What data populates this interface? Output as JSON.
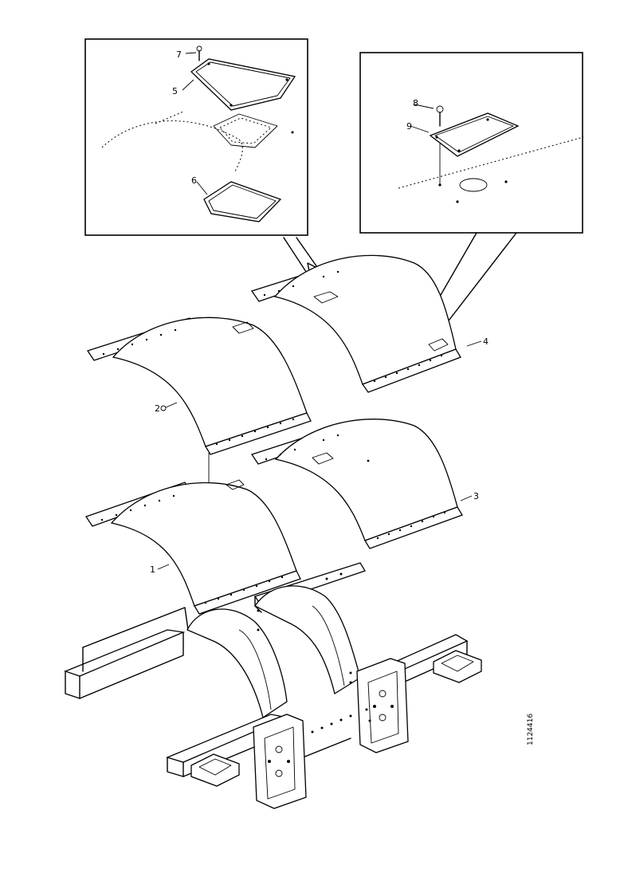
{
  "figure": {
    "document_id": "1124416",
    "callouts": {
      "left_inset_7": "7",
      "left_inset_5": "5",
      "left_inset_6": "6",
      "right_inset_8": "8",
      "right_inset_9": "9",
      "part_4": "4",
      "part_2": "2",
      "part_3": "3",
      "part_1": "1"
    }
  }
}
